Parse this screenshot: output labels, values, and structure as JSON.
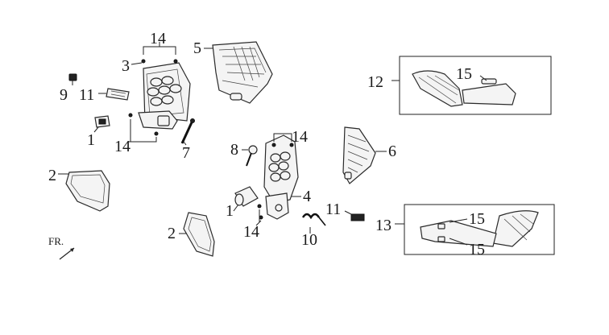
{
  "diagram": {
    "callouts": [
      {
        "id": "c1a",
        "text": "1"
      },
      {
        "id": "c1b",
        "text": "1"
      },
      {
        "id": "c2a",
        "text": "2"
      },
      {
        "id": "c2b",
        "text": "2"
      },
      {
        "id": "c3",
        "text": "3"
      },
      {
        "id": "c4",
        "text": "4"
      },
      {
        "id": "c5",
        "text": "5"
      },
      {
        "id": "c6",
        "text": "6"
      },
      {
        "id": "c7",
        "text": "7"
      },
      {
        "id": "c8",
        "text": "8"
      },
      {
        "id": "c9",
        "text": "9"
      },
      {
        "id": "c10",
        "text": "10"
      },
      {
        "id": "c11a",
        "text": "11"
      },
      {
        "id": "c11b",
        "text": "11"
      },
      {
        "id": "c12",
        "text": "12"
      },
      {
        "id": "c13",
        "text": "13"
      },
      {
        "id": "c14a",
        "text": "14"
      },
      {
        "id": "c14b",
        "text": "14"
      },
      {
        "id": "c14c",
        "text": "14"
      },
      {
        "id": "c14d",
        "text": "14"
      },
      {
        "id": "c15a",
        "text": "15"
      },
      {
        "id": "c15b",
        "text": "15"
      },
      {
        "id": "c15c",
        "text": "15"
      }
    ],
    "direction_label": "FR."
  }
}
